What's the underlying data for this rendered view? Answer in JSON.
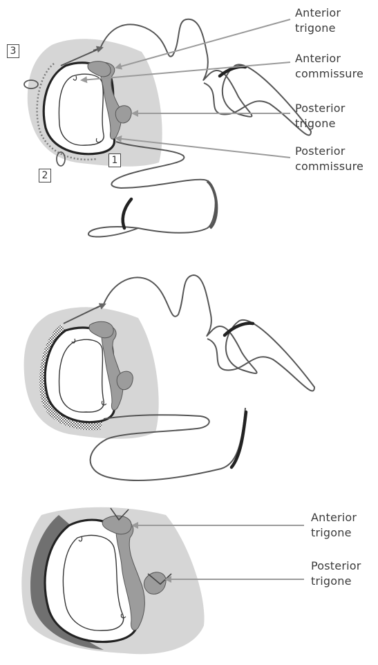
{
  "panels": {
    "top": {
      "labels": {
        "anterior_trigone": [
          "Anterior",
          "trigone"
        ],
        "anterior_commissure": [
          "Anterior",
          "commissure"
        ],
        "posterior_trigone": [
          "Posterior",
          "trigone"
        ],
        "posterior_commissure": [
          "Posterior",
          "commissure"
        ]
      },
      "markers": {
        "m1": "1",
        "m2": "2",
        "m3": "3"
      }
    },
    "bottom": {
      "labels": {
        "anterior_trigone": [
          "Anterior",
          "trigone"
        ],
        "posterior_trigone": [
          "Posterior",
          "trigone"
        ]
      }
    }
  },
  "colors": {
    "tissue_fill": "#d4d4d4",
    "trigone_fill": "#9a9a9a",
    "outline": "#555555",
    "leader_line": "#9a9a9a",
    "dark_band": "#6a6a6a",
    "text": "#3a3a3a"
  }
}
